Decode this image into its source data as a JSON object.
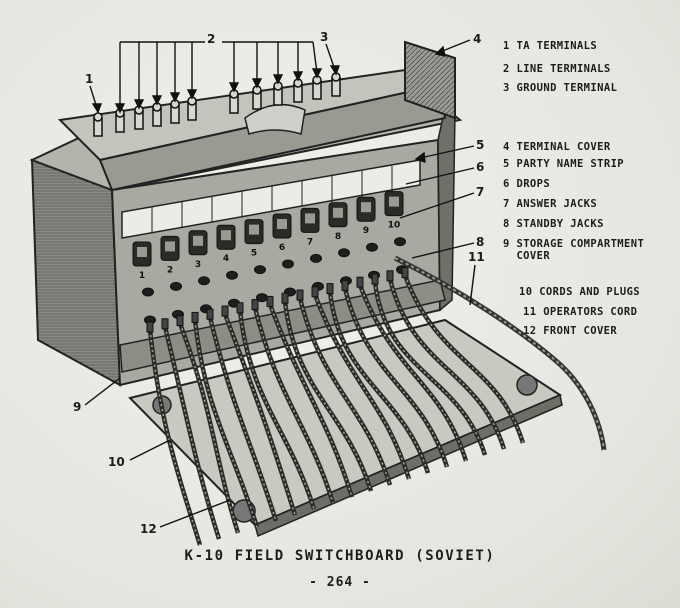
{
  "caption": {
    "title": "K-10 FIELD SWITCHBOARD (SOVIET)",
    "page_number": "- 264 -"
  },
  "legend": [
    {
      "num": "1",
      "text": "TA TERMINALS"
    },
    {
      "num": "2",
      "text": "LINE TERMINALS"
    },
    {
      "num": "3",
      "text": "GROUND TERMINAL"
    },
    {
      "num": "4",
      "text": "TERMINAL COVER"
    },
    {
      "num": "5",
      "text": "PARTY NAME STRIP"
    },
    {
      "num": "6",
      "text": "DROPS"
    },
    {
      "num": "7",
      "text": "ANSWER JACKS"
    },
    {
      "num": "8",
      "text": "STANDBY JACKS"
    },
    {
      "num": "9",
      "text": "STORAGE COMPARTMENT",
      "text2": "COVER"
    },
    {
      "num": "10",
      "text": "CORDS AND PLUGS"
    },
    {
      "num": "11",
      "text": "OPERATORS CORD"
    },
    {
      "num": "12",
      "text": "FRONT COVER"
    }
  ],
  "callouts": [
    "1",
    "2",
    "3",
    "4",
    "5",
    "6",
    "7",
    "8",
    "9",
    "10",
    "11",
    "12"
  ],
  "drop_numbers": [
    "1",
    "2",
    "3",
    "4",
    "5",
    "6",
    "7",
    "8",
    "9",
    "10"
  ]
}
